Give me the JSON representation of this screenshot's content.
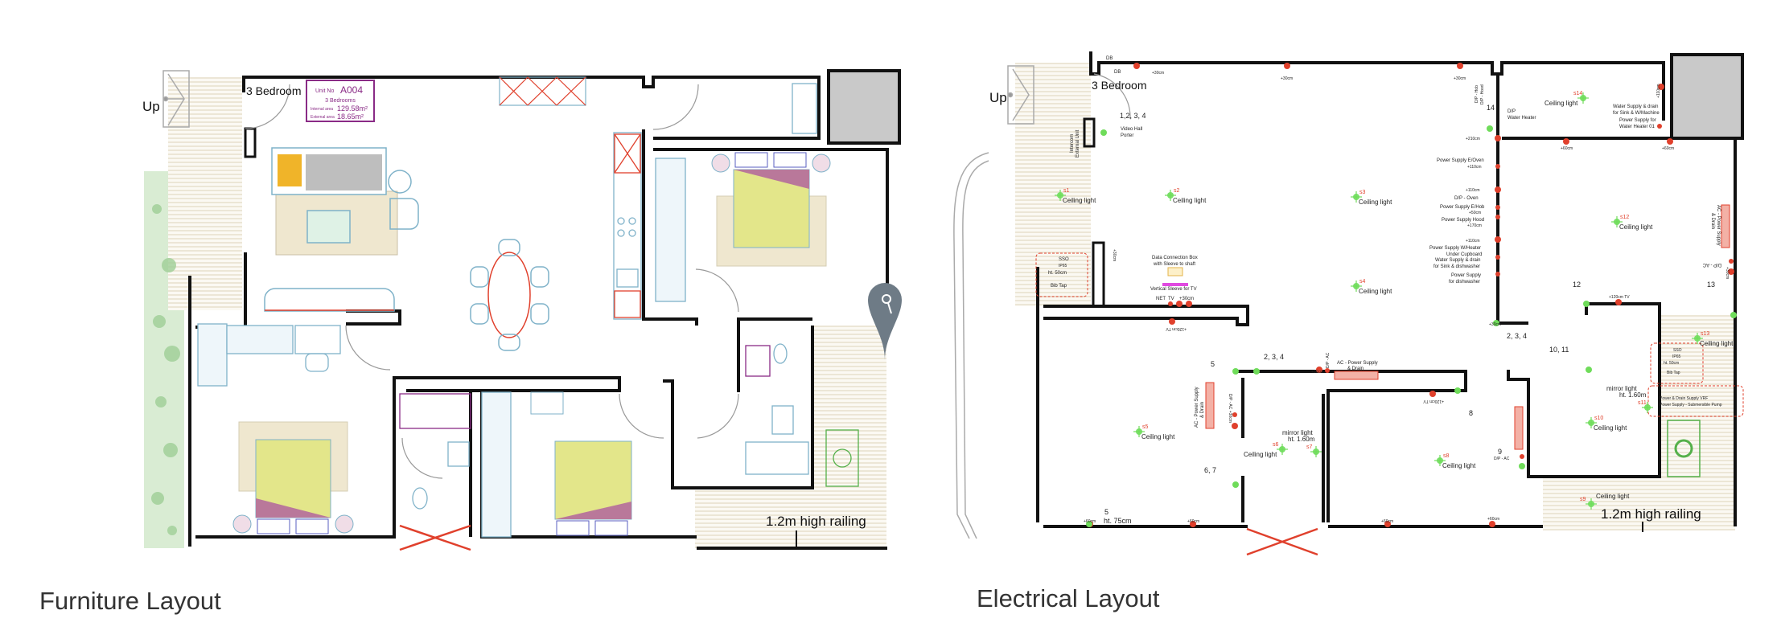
{
  "captions": {
    "furniture": "Furniture Layout",
    "electrical": "Electrical Layout"
  },
  "furniture": {
    "up": "Up",
    "entrance": "3 Bedroom",
    "unit_no_label": "Unit No",
    "unit_no": "A004",
    "bedrooms": "3 Bedrooms",
    "internal_label": "Internal area",
    "internal_area": "129.58m²",
    "external_label": "External area",
    "external_area": "18.65m²",
    "railing": "1.2m high railing"
  },
  "electrical": {
    "up": "Up",
    "entrance": "3 Bedroom",
    "railing": "1.2m high railing",
    "lights": [
      {
        "id": "s1",
        "label": "Ceiling light"
      },
      {
        "id": "s2",
        "label": "Ceiling light"
      },
      {
        "id": "s3",
        "label": "Ceiling light"
      },
      {
        "id": "s4",
        "label": "Ceiling light"
      },
      {
        "id": "s5",
        "label": "Ceiling light"
      },
      {
        "id": "s6",
        "label": "Ceiling light"
      },
      {
        "id": "s7",
        "label": ""
      },
      {
        "id": "s8",
        "label": "Ceiling light"
      },
      {
        "id": "s9",
        "label": "Ceiling light"
      },
      {
        "id": "s10",
        "label": "Ceiling light"
      },
      {
        "id": "s11",
        "label": ""
      },
      {
        "id": "s12",
        "label": "Ceiling light"
      },
      {
        "id": "s13",
        "label": "Ceiling light"
      },
      {
        "id": "s14",
        "label": "Ceiling light"
      }
    ],
    "annotations": [
      "DB",
      "DB",
      "+30cm",
      "+30cm",
      "+30cm",
      "1,2, 3, 4",
      "Video Hall",
      "Porter",
      "Intercom",
      "External Unit",
      "D/P - Hob",
      "D/P - Hood",
      "14",
      "D/P",
      "Water Heater",
      "Water Supply & drain",
      "for Sink & W/Machine",
      "Power Supply for",
      "Water Heater 01",
      "+110cm",
      "+210cm",
      "+60cm",
      "+60cm",
      "Power Supply E/Oven",
      "+110cm",
      "+110cm",
      "D/P - Oven",
      "Power Supply E/Hob",
      "+50cm",
      "Power Supply Hood",
      "+170cm",
      "+110cm",
      "Power Supply W/Heater",
      "Under Cupboard",
      "Water Supply & drain",
      "for Sink & dishwasher",
      "Power Supply",
      "for dishwasher",
      "AC - Power Supply",
      "& Drain",
      "D/P - AC",
      "+30cm",
      "12",
      "+120cm TV",
      "13",
      "+30cm",
      "2, 3, 4",
      "10, 11",
      "SSO",
      "IP65",
      "ht. 50cm",
      "Bib Tap",
      "+30cm",
      "Data Connection Box",
      "with Sleeve to shaft",
      "Vertical Sleeve for TV",
      "NET",
      "TV",
      "+30cm",
      "+120cm TV",
      "5",
      "2, 3, 4",
      "+30cm",
      "D/P - AC",
      "AC - Power Supply",
      "& Drain",
      "AC - Power Supply",
      "& Drain",
      "D/P - AC +30cm",
      "+120cm TV",
      "8",
      "mirror light",
      "ht. 1.60m",
      "6, 7",
      "5",
      "ht. 75cm",
      "+60cm",
      "+60cm",
      "+60cm",
      "+60cm",
      "SSO",
      "IP65",
      "ht. 50cm",
      "Bib Tap",
      "Power & Drain Supply VRF",
      "Power Supply - Submersible Pump",
      "mirror light",
      "ht. 1.60m",
      "9",
      "D/P - AC"
    ]
  }
}
